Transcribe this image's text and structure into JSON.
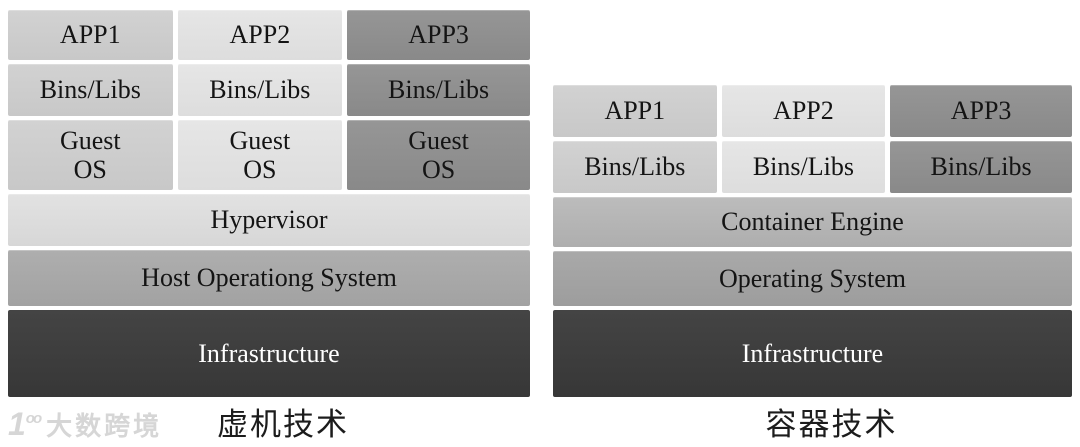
{
  "left": {
    "caption": "虚机技术",
    "apps": [
      "APP1",
      "APP2",
      "APP3"
    ],
    "bins": [
      "Bins/Libs",
      "Bins/Libs",
      "Bins/Libs"
    ],
    "guest": [
      {
        "top": "Guest",
        "bottom": "OS"
      },
      {
        "top": "Guest",
        "bottom": "OS"
      },
      {
        "top": "Guest",
        "bottom": "OS"
      }
    ],
    "layers": {
      "hypervisor": "Hypervisor",
      "host_os": "Host Operationg System",
      "infrastructure": "Infrastructure"
    }
  },
  "right": {
    "caption": "容器技术",
    "apps": [
      "APP1",
      "APP2",
      "APP3"
    ],
    "bins": [
      "Bins/Libs",
      "Bins/Libs",
      "Bins/Libs"
    ],
    "layers": {
      "container_engine": "Container Engine",
      "operating_system": "Operating System",
      "infrastructure": "Infrastructure"
    }
  },
  "watermark": {
    "logo_one": "1",
    "logo_oo": "oo",
    "brand": "大数跨境"
  },
  "colors": {
    "column1_fill": "#cbcbcb",
    "column2_fill": "#e2e2e2",
    "column3_fill": "#8e8e8e",
    "hypervisor_fill": "#dcdcdc",
    "host_os_fill": "#a7a7a7",
    "container_engine_fill": "#b5b5b5",
    "operating_system_fill": "#a3a3a3",
    "infrastructure_fill": "#3c3c3c",
    "infrastructure_text": "#ffffff",
    "label_text": "#141414",
    "background": "#ffffff",
    "watermark_text": "#d6d6d6"
  }
}
